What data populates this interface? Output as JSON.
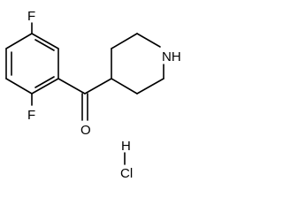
{
  "molecule": {
    "atoms": {
      "fluorine_top": "F",
      "fluorine_bottom": "F",
      "oxygen": "O",
      "nitrogen_h": "NH",
      "hydrogen": "H",
      "chlorine": "Cl"
    }
  },
  "colors": {
    "bond": "#000000",
    "label": "#000000",
    "background": "#ffffff"
  }
}
